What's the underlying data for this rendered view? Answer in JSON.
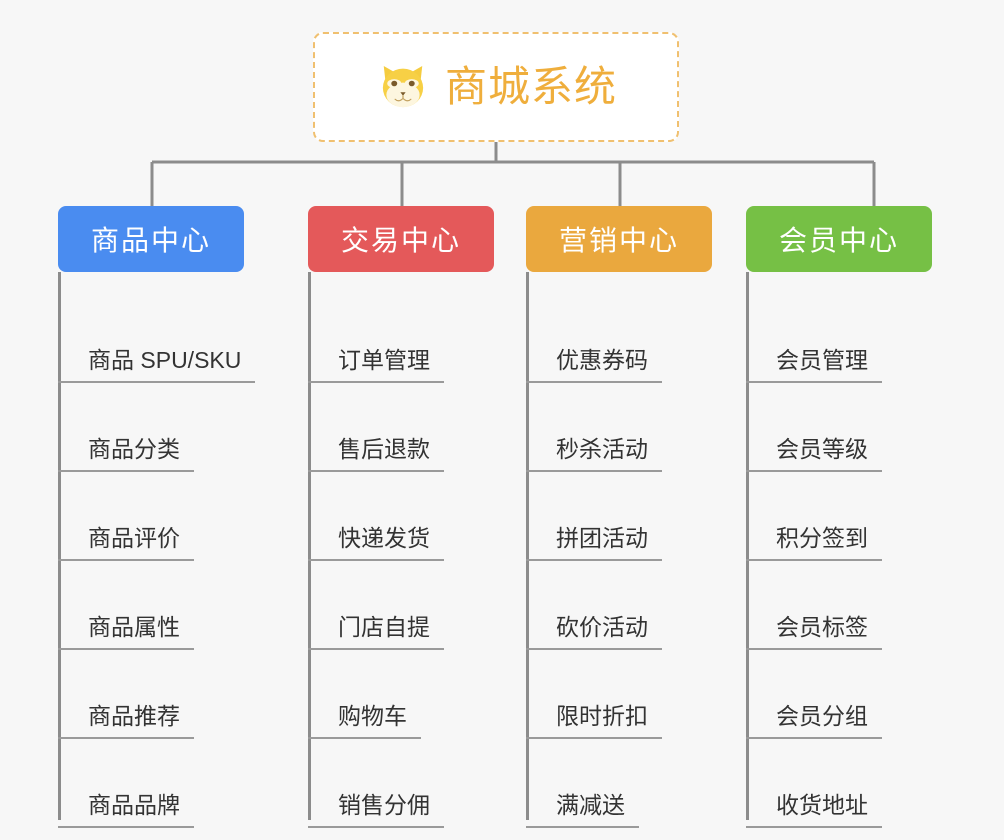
{
  "diagram": {
    "title": "商城系统",
    "background_color": "#f7f7f7",
    "root": {
      "label": "商城系统",
      "icon": "shiba-dog-face-icon",
      "text_color": "#efae3c",
      "border_color": "#f0c070",
      "background_color": "#ffffff",
      "border_style": "dashed"
    },
    "connector_color": "#8c8c8c",
    "columns": [
      {
        "id": "product-center",
        "label": "商品中心",
        "color": "#4a8cf0",
        "text_color": "#ffffff",
        "items": [
          "商品 SPU/SKU",
          "商品分类",
          "商品评价",
          "商品属性",
          "商品推荐",
          "商品品牌"
        ]
      },
      {
        "id": "trade-center",
        "label": "交易中心",
        "color": "#e4595a",
        "text_color": "#ffffff",
        "items": [
          "订单管理",
          "售后退款",
          "快递发货",
          "门店自提",
          "购物车",
          "销售分佣"
        ]
      },
      {
        "id": "marketing-center",
        "label": "营销中心",
        "color": "#eaa83e",
        "text_color": "#ffffff",
        "items": [
          "优惠券码",
          "秒杀活动",
          "拼团活动",
          "砍价活动",
          "限时折扣",
          "满减送"
        ]
      },
      {
        "id": "member-center",
        "label": "会员中心",
        "color": "#76c045",
        "text_color": "#ffffff",
        "items": [
          "会员管理",
          "会员等级",
          "积分签到",
          "会员标签",
          "会员分组",
          "收货地址"
        ]
      }
    ]
  }
}
